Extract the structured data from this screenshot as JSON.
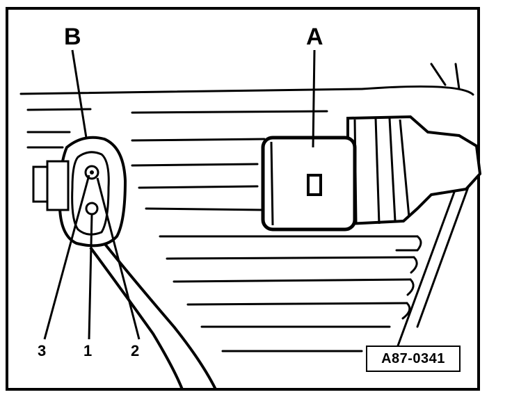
{
  "figure": {
    "label_a": "A",
    "label_b": "B",
    "pin_3": "3",
    "pin_1": "1",
    "pin_2": "2",
    "reference_code": "A87-0341"
  },
  "colors": {
    "ink": "#000000",
    "paper": "#ffffff"
  }
}
